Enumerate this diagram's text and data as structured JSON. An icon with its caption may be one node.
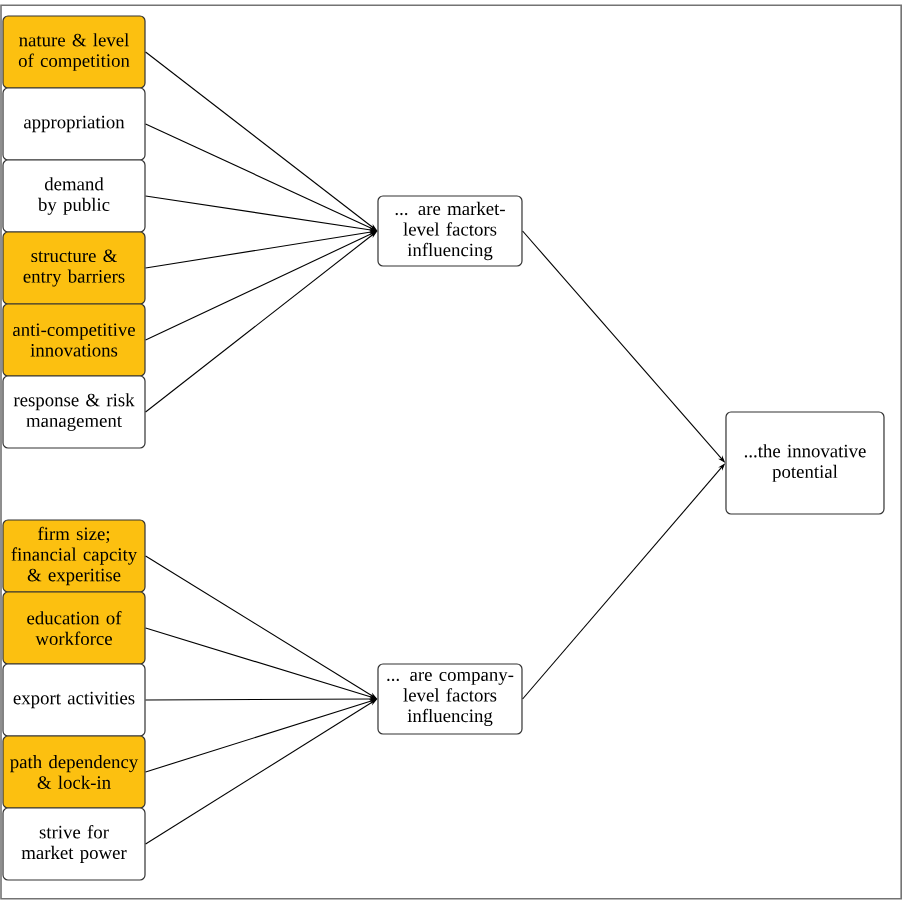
{
  "diagram": {
    "nodes": [
      {
        "text": [
          "nature & level of competition"
        ]
      },
      {
        "text": [
          "appropriation"
        ]
      },
      {
        "text": [
          "demand by public"
        ]
      },
      {
        "text": [
          "structure & entry barriers"
        ]
      },
      {
        "text": [
          "anti-competitive innovations"
        ]
      },
      {
        "text": [
          "response & risk management"
        ]
      },
      {
        "text": [
          "firm size; financial capcity & experitise"
        ]
      },
      {
        "text": [
          "education of workforce"
        ]
      },
      {
        "text": [
          "export activities"
        ]
      },
      {
        "text": [
          "path dependency & lock-in"
        ]
      },
      {
        "text": [
          "strive for market power"
        ]
      },
      {
        "text": [
          "... are market-level factors influencing"
        ]
      },
      {
        "text": [
          "... are company-level factors influencing"
        ]
      },
      {
        "text": [
          "...the innovative potential"
        ]
      }
    ],
    "edges": [
      {
        "from": 0,
        "to": 11,
        "arrow": "to"
      },
      {
        "from": 1,
        "to": 11,
        "arrow": "to"
      },
      {
        "from": 2,
        "to": 11,
        "arrow": "to"
      },
      {
        "from": 3,
        "to": 11,
        "arrow": "to"
      },
      {
        "from": 4,
        "to": 11,
        "arrow": "to"
      },
      {
        "from": 5,
        "to": 11,
        "arrow": "to"
      },
      {
        "from": 6,
        "to": 12,
        "arrow": "to"
      },
      {
        "from": 7,
        "to": 12,
        "arrow": "to"
      },
      {
        "from": 8,
        "to": 12,
        "arrow": "to"
      },
      {
        "from": 9,
        "to": 12,
        "arrow": "to"
      },
      {
        "from": 10,
        "to": 12,
        "arrow": "to"
      },
      {
        "from": 11,
        "to": 13,
        "arrow": "to"
      },
      {
        "from": 12,
        "to": 13,
        "arrow": "to"
      }
    ]
  }
}
